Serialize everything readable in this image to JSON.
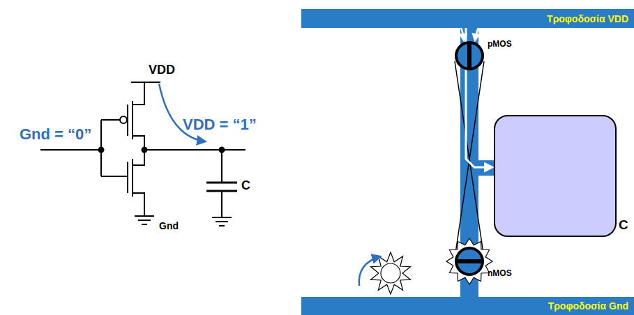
{
  "diagram": {
    "nodes": [
      {
        "text": [
          "Τροφοδοσία VDD"
        ]
      },
      {
        "text": [
          "pMOS"
        ]
      },
      {
        "text": [
          "C"
        ]
      },
      {
        "text": [
          "nMOS"
        ]
      },
      {
        "text": [
          "Τροφοδοσία Gnd"
        ]
      }
    ],
    "edges": [
      {
        "from": 0,
        "to": 2,
        "arrow": "to"
      }
    ],
    "labels": [
      "VDD",
      "Gnd = “0”",
      "VDD = “1”",
      "C",
      "Gnd"
    ]
  }
}
